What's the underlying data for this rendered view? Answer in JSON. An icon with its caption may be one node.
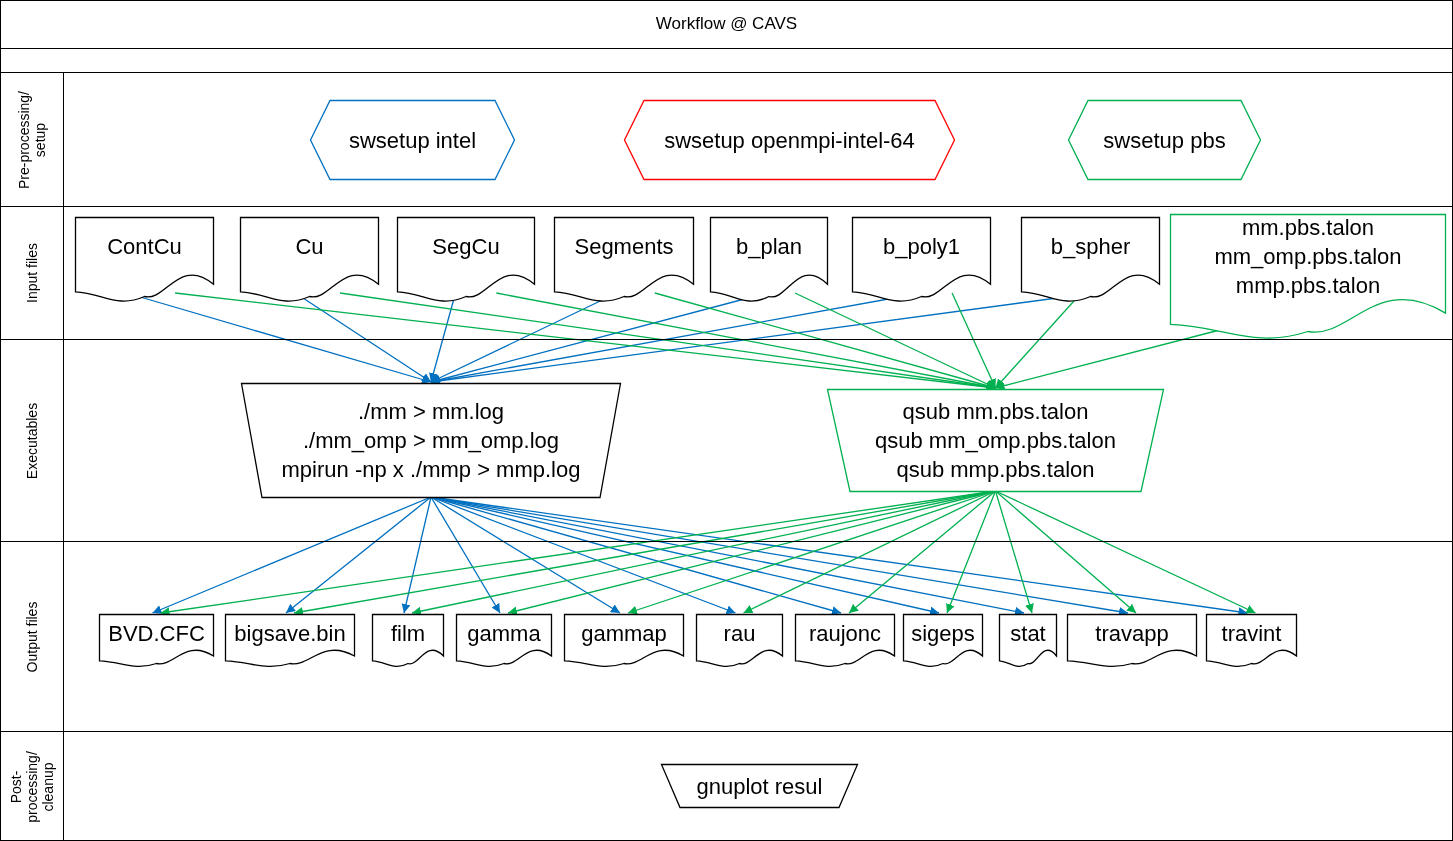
{
  "diagram": {
    "title": "Workflow @ CAVS",
    "nodes": [
      {
        "text": [
          "Pre-processing/ setup"
        ]
      },
      {
        "text": [
          "swsetup intel"
        ],
        "in": 0
      },
      {
        "text": [
          "swsetup openmpi-intel-64"
        ],
        "in": 0
      },
      {
        "text": [
          "swsetup pbs"
        ],
        "in": 0
      },
      {
        "text": [
          "Input files"
        ]
      },
      {
        "text": [
          "ContCu"
        ],
        "in": 4
      },
      {
        "text": [
          "Cu"
        ],
        "in": 4
      },
      {
        "text": [
          "SegCu"
        ],
        "in": 4
      },
      {
        "text": [
          "Segments"
        ],
        "in": 4
      },
      {
        "text": [
          "b_plan"
        ],
        "in": 4
      },
      {
        "text": [
          "b_poly1"
        ],
        "in": 4
      },
      {
        "text": [
          "b_spher"
        ],
        "in": 4
      },
      {
        "text": [
          "mm.pbs.talon",
          "mm_omp.pbs.talon",
          "mmp.pbs.talon"
        ],
        "in": 4
      },
      {
        "text": [
          "Executables"
        ]
      },
      {
        "text": [
          "./mm > mm.log",
          "./mm_omp > mm_omp.log",
          "mpirun -np x ./mmp > mmp.log"
        ],
        "in": 13
      },
      {
        "text": [
          "qsub mm.pbs.talon",
          "qsub mm_omp.pbs.talon",
          "qsub mmp.pbs.talon"
        ],
        "in": 13
      },
      {
        "text": [
          "Output files"
        ]
      },
      {
        "text": [
          "BVD.CFC"
        ],
        "in": 16
      },
      {
        "text": [
          "bigsave.bin"
        ],
        "in": 16
      },
      {
        "text": [
          "film"
        ],
        "in": 16
      },
      {
        "text": [
          "gamma"
        ],
        "in": 16
      },
      {
        "text": [
          "gammap"
        ],
        "in": 16
      },
      {
        "text": [
          "rau"
        ],
        "in": 16
      },
      {
        "text": [
          "raujonc"
        ],
        "in": 16
      },
      {
        "text": [
          "sigeps"
        ],
        "in": 16
      },
      {
        "text": [
          "stat"
        ],
        "in": 16
      },
      {
        "text": [
          "travapp"
        ],
        "in": 16
      },
      {
        "text": [
          "travint"
        ],
        "in": 16
      },
      {
        "text": [
          "Post-processing/ cleanup"
        ]
      },
      {
        "text": [
          "gnuplot resul"
        ],
        "in": 28
      }
    ],
    "edges": [
      {
        "from": 5,
        "to": 14,
        "arrow": "to",
        "color": "#0070c0"
      },
      {
        "from": 6,
        "to": 14,
        "arrow": "to",
        "color": "#0070c0"
      },
      {
        "from": 7,
        "to": 14,
        "arrow": "to",
        "color": "#0070c0"
      },
      {
        "from": 8,
        "to": 14,
        "arrow": "to",
        "color": "#0070c0"
      },
      {
        "from": 9,
        "to": 14,
        "arrow": "to",
        "color": "#0070c0"
      },
      {
        "from": 10,
        "to": 14,
        "arrow": "to",
        "color": "#0070c0"
      },
      {
        "from": 11,
        "to": 14,
        "arrow": "to",
        "color": "#0070c0"
      },
      {
        "from": 5,
        "to": 15,
        "arrow": "to"
      },
      {
        "from": 6,
        "to": 15,
        "arrow": "to"
      },
      {
        "from": 7,
        "to": 15,
        "arrow": "to"
      },
      {
        "from": 8,
        "to": 15,
        "arrow": "to"
      },
      {
        "from": 9,
        "to": 15,
        "arrow": "to"
      },
      {
        "from": 10,
        "to": 15,
        "arrow": "to"
      },
      {
        "from": 11,
        "to": 15,
        "arrow": "to"
      },
      {
        "from": 12,
        "to": 15,
        "arrow": "to"
      },
      {
        "from": 14,
        "to": 17,
        "arrow": "to",
        "color": "#0070c0"
      },
      {
        "from": 14,
        "to": 18,
        "arrow": "to",
        "color": "#0070c0"
      },
      {
        "from": 14,
        "to": 19,
        "arrow": "to",
        "color": "#0070c0"
      },
      {
        "from": 14,
        "to": 20,
        "arrow": "to",
        "color": "#0070c0"
      },
      {
        "from": 14,
        "to": 21,
        "arrow": "to",
        "color": "#0070c0"
      },
      {
        "from": 14,
        "to": 22,
        "arrow": "to",
        "color": "#0070c0"
      },
      {
        "from": 14,
        "to": 23,
        "arrow": "to",
        "color": "#0070c0"
      },
      {
        "from": 14,
        "to": 24,
        "arrow": "to",
        "color": "#0070c0"
      },
      {
        "from": 14,
        "to": 25,
        "arrow": "to",
        "color": "#0070c0"
      },
      {
        "from": 14,
        "to": 26,
        "arrow": "to",
        "color": "#0070c0"
      },
      {
        "from": 14,
        "to": 27,
        "arrow": "to",
        "color": "#0070c0"
      },
      {
        "from": 15,
        "to": 17,
        "arrow": "to"
      },
      {
        "from": 15,
        "to": 18,
        "arrow": "to"
      },
      {
        "from": 15,
        "to": 19,
        "arrow": "to"
      },
      {
        "from": 15,
        "to": 20,
        "arrow": "to"
      },
      {
        "from": 15,
        "to": 21,
        "arrow": "to"
      },
      {
        "from": 15,
        "to": 22,
        "arrow": "to"
      },
      {
        "from": 15,
        "to": 23,
        "arrow": "to"
      },
      {
        "from": 15,
        "to": 24,
        "arrow": "to"
      },
      {
        "from": 15,
        "to": 25,
        "arrow": "to"
      },
      {
        "from": 15,
        "to": 26,
        "arrow": "to"
      },
      {
        "from": 15,
        "to": 27,
        "arrow": "to"
      }
    ]
  }
}
